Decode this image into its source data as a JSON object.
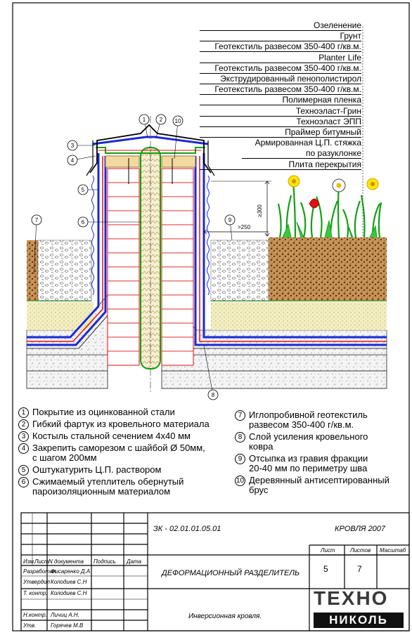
{
  "layers": [
    "Озеленение",
    "Грунт",
    "Геотекстиль развесом 350-400 г/кв.м.",
    "Planter Life",
    "Геотекстиль развесом 350-400 г/кв.м.",
    "Экструдированный пенополистирол",
    "Геотекстиль развесом 350-400 г/кв.м.",
    "Полимерная пленка",
    "Техноэласт-Грин",
    "Техноэласт ЭПП",
    "Праймер битумный",
    "Армированная Ц.П. стяжка",
    "по разуклонке",
    "Плита перекрытия"
  ],
  "callouts": [
    "1",
    "2",
    "3",
    "4",
    "5",
    "6",
    "7",
    "8",
    "9",
    "10"
  ],
  "dims": {
    "height": "≥300",
    "width": ">250"
  },
  "legend_left": [
    {
      "num": "1",
      "lines": [
        "Покрытие из оцинкованной стали"
      ]
    },
    {
      "num": "2",
      "lines": [
        "Гибкий фартук из кровельного материала"
      ]
    },
    {
      "num": "3",
      "lines": [
        "Костыль стальной сечением 4x40 мм"
      ]
    },
    {
      "num": "4",
      "lines": [
        "Закрепить саморезом с шайбой Ø 50мм,",
        "с шагом 200мм"
      ]
    },
    {
      "num": "5",
      "lines": [
        "Оштукатурить Ц.П. раствором"
      ]
    },
    {
      "num": "6",
      "lines": [
        "Сжимаемый утеплитель обернутый",
        "пароизоляционным материалом"
      ]
    }
  ],
  "legend_right": [
    {
      "num": "7",
      "lines": [
        "Иглопробивной геотекстиль",
        "развесом 350-400 г/кв.м."
      ]
    },
    {
      "num": "8",
      "lines": [
        "Слой усиления кровельного",
        "ковра"
      ]
    },
    {
      "num": "9",
      "lines": [
        "Отсыпка из гравия фракции",
        "20-40 мм по периметру шва"
      ]
    },
    {
      "num": "10",
      "lines": [
        "Деревянный антисептированный",
        "брус"
      ]
    }
  ],
  "stamp": {
    "code": "ЗК - 02.01.01.05.01",
    "series": "КРОВЛЯ 2007",
    "title": "ДЕФОРМАЦИОННЫЙ РАЗДЕЛИТЕЛЬ",
    "subtitle": "Инверсионная кровля.",
    "head_izm": "Изм.",
    "head_list": "Лист",
    "head_doc": "N документа",
    "head_sign": "Подпись",
    "head_date": "Дата",
    "roles": [
      {
        "role": "Разработал",
        "name": "Фисаренко Д.А"
      },
      {
        "role": "Утвердил",
        "name": "Колодиев С.Н"
      },
      {
        "role": "Т. контр.",
        "name": "Колодиев С.Н"
      },
      {
        "role": "Н.контр.",
        "name": "Личиц А.Н."
      },
      {
        "role": "Утв.",
        "name": "Горячев М.В"
      }
    ],
    "sheet_label": "Лист",
    "sheets_label": "Листов",
    "scale_label": "Масштаб",
    "sheet": "5",
    "sheets": "7"
  },
  "logo": {
    "top": "ТЕХНО",
    "bottom": "НИКОЛЬ"
  },
  "colors": {
    "blue": "#1a2ad6",
    "red": "#e01010",
    "green": "#12a012",
    "soil": "#8a5a2a",
    "sand": "#f2efc0"
  }
}
